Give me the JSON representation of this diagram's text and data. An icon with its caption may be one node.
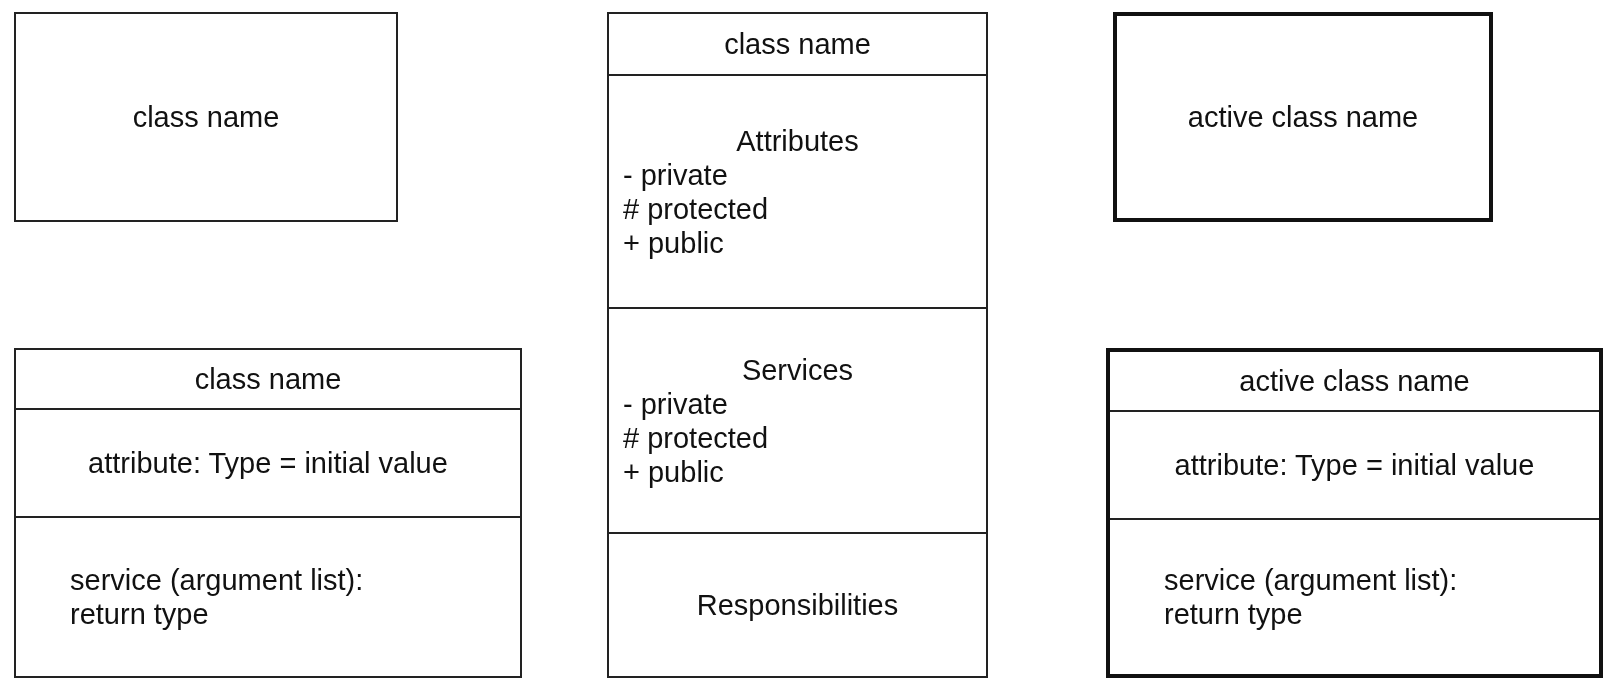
{
  "diagram": {
    "nodes": [
      {
        "text": [
          "class name"
        ]
      },
      {
        "text": [
          "class name",
          "attribute: Type = initial value",
          "service (argument list): return type"
        ]
      },
      {
        "text": [
          "class name",
          "Attributes",
          "- private",
          "# protected",
          "+ public",
          "Services",
          "- private",
          "# protected",
          "+ public",
          "Responsibilities"
        ]
      },
      {
        "text": [
          "active class name"
        ]
      },
      {
        "text": [
          "active class name",
          "attribute: Type = initial value",
          "service (argument list): return type"
        ]
      }
    ]
  }
}
